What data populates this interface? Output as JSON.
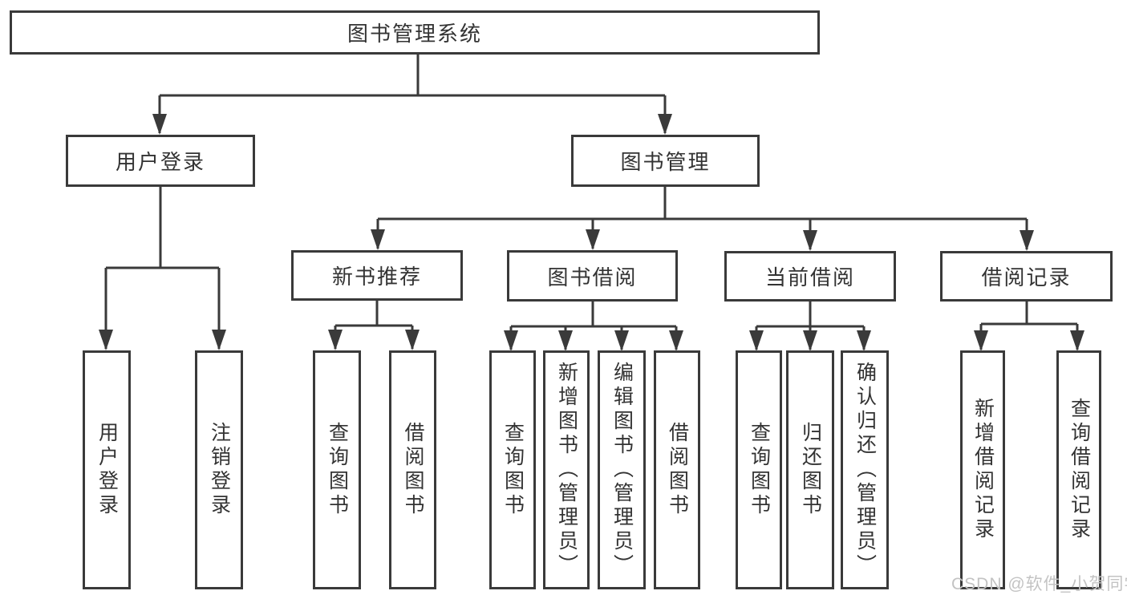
{
  "diagram": {
    "root": "图书管理系统",
    "level2": {
      "user_login": "用户登录",
      "book_mgmt": "图书管理"
    },
    "level3": {
      "new_books": "新书推荐",
      "book_borrow": "图书借阅",
      "current_borrow": "当前借阅",
      "borrow_records": "借阅记录"
    },
    "leaves": {
      "user_login": "用户登录",
      "logout": "注销登录",
      "nb_query": "查询图书",
      "nb_borrow": "借阅图书",
      "bb_query": "查询图书",
      "bb_add": "新增图书（管理员）",
      "bb_edit": "编辑图书（管理员）",
      "bb_borrow": "借阅图书",
      "cb_query": "查询图书",
      "cb_return": "归还图书",
      "cb_confirm": "确认归还（管理员）",
      "rec_add": "新增借阅记录",
      "rec_query": "查询借阅记录"
    }
  },
  "watermark": "CSDN @软件_小贺同学",
  "colors": {
    "line": "#3a3a3a",
    "text": "#333333",
    "watermark": "#c3c3c3",
    "background": "#ffffff"
  }
}
